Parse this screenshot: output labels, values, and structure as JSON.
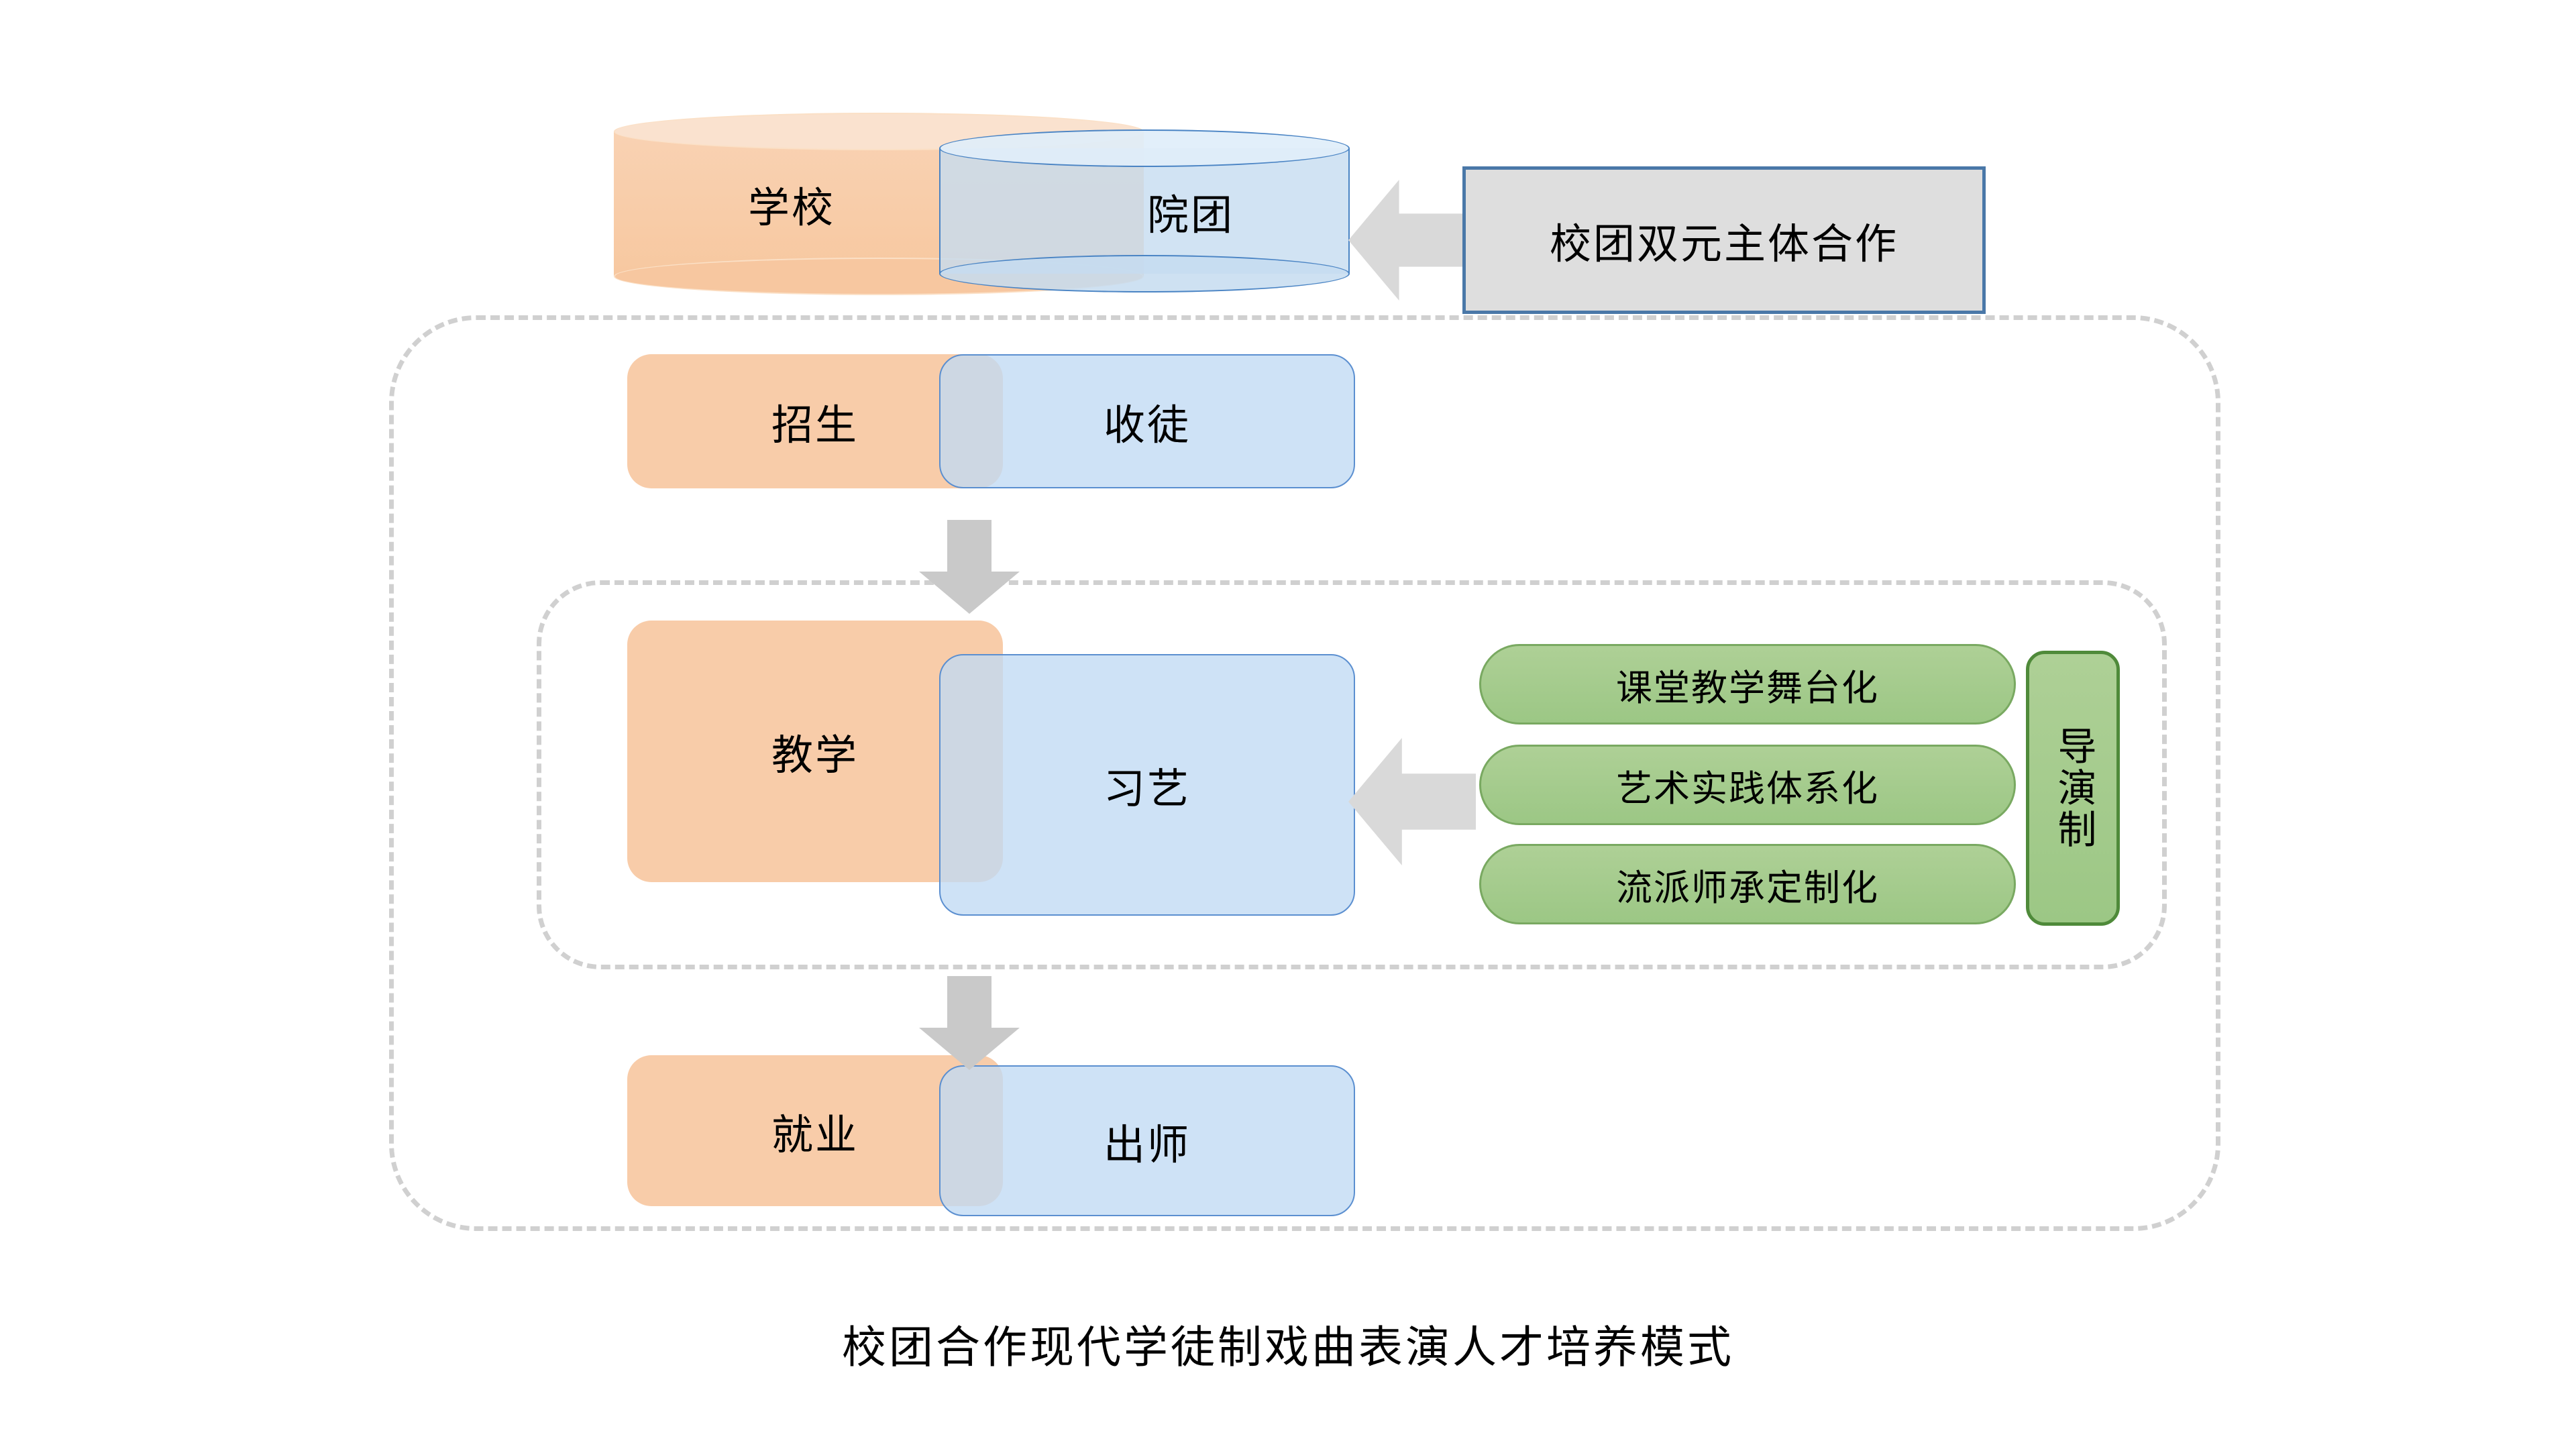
{
  "diagram": {
    "caption": "校团合作现代学徒制戏曲表演人才培养模式",
    "top_pair": {
      "school": "学校",
      "troupe": "院团"
    },
    "callout": {
      "label": "校团双元主体合作"
    },
    "rows": [
      {
        "left": "招生",
        "right": "收徒"
      },
      {
        "left": "教学",
        "right": "习艺"
      },
      {
        "left": "就业",
        "right": "出师"
      }
    ],
    "pills": [
      "课堂教学舞台化",
      "艺术实践体系化",
      "流派师承定制化"
    ],
    "director_system": "导演制",
    "colors": {
      "orange_fill": "#f8cca9",
      "blue_fill": "#c5dcf0",
      "blue_stroke": "#5b8fd0",
      "green_fill": "#a5cc8f",
      "green_stroke": "#79a961",
      "green_stroke_dark": "#4f8a3a",
      "grey_arrow": "#d9d9d9",
      "callout_fill": "#dedede",
      "callout_stroke": "#4a78a8",
      "dashed_stroke": "#d0d0d0"
    }
  }
}
